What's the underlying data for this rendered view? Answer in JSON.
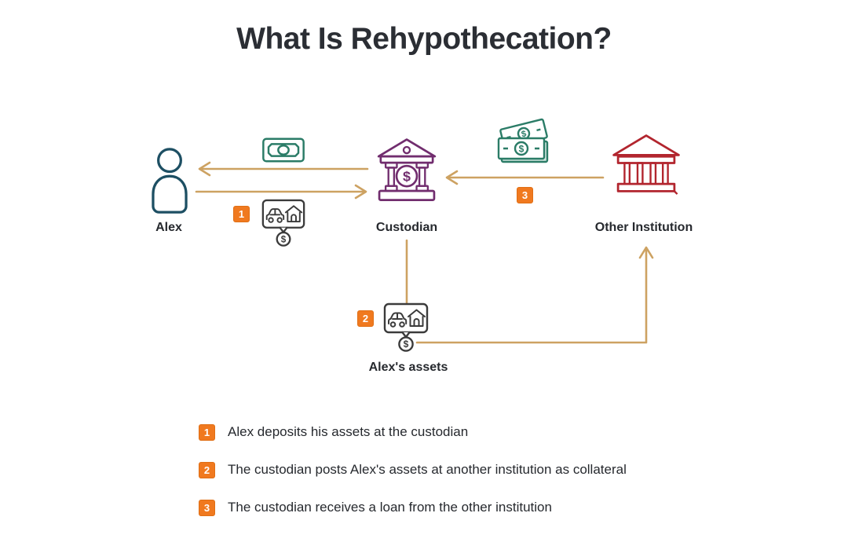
{
  "title": "What Is Rehypothecation?",
  "diagram": {
    "alex": {
      "label": "Alex"
    },
    "custodian": {
      "label": "Custodian"
    },
    "other_institution": {
      "label": "Other Institution"
    },
    "assets": {
      "label": "Alex's assets"
    },
    "badges": {
      "step1": "1",
      "step2": "2",
      "step3": "3"
    },
    "dollar_sign": "$"
  },
  "legend": {
    "items": [
      {
        "number": "1",
        "text": "Alex deposits his assets at the custodian"
      },
      {
        "number": "2",
        "text": "The custodian posts Alex's assets at another institution as collateral"
      },
      {
        "number": "3",
        "text": "The custodian receives a loan from the other institution"
      }
    ]
  },
  "colors": {
    "accent_orange": "#F0791F",
    "arrow_tan": "#CDA262",
    "person_blue": "#1D4F63",
    "custodian_purple": "#712D6E",
    "institution_red": "#B2252E",
    "money_green": "#2B7C67",
    "asset_gray": "#3B3B3B",
    "text_dark": "#26292E"
  }
}
